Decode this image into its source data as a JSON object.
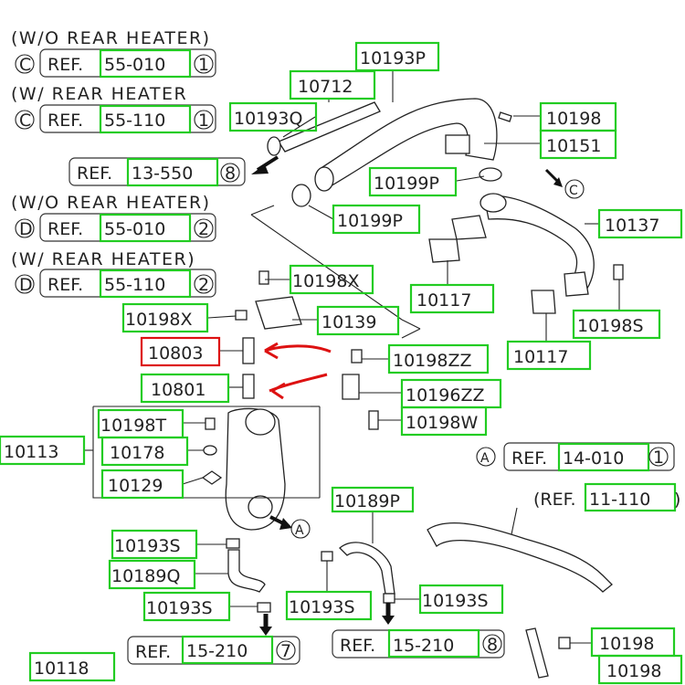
{
  "headers": [
    {
      "text": "(W/O REAR HEATER)"
    },
    {
      "text": "(W/ REAR HEATER"
    },
    {
      "text": "(W/O REAR HEATER)"
    },
    {
      "text": "(W/ REAR HEATER)"
    }
  ],
  "refs": [
    {
      "circle": "C",
      "prefix": "REF.",
      "code": "55-010",
      "num": "1"
    },
    {
      "circle": "C",
      "prefix": "REF.",
      "code": "55-110",
      "num": "1"
    },
    {
      "circle": "",
      "prefix": "REF.",
      "code": "13-550",
      "num": "8"
    },
    {
      "circle": "D",
      "prefix": "REF.",
      "code": "55-010",
      "num": "2"
    },
    {
      "circle": "D",
      "prefix": "REF.",
      "code": "55-110",
      "num": "2"
    },
    {
      "circle": "A",
      "prefix": "REF.",
      "code": "14-010",
      "num": "1"
    },
    {
      "circle": "",
      "prefix": "(REF.",
      "code": "11-110",
      "num": ")"
    },
    {
      "circle": "",
      "prefix": "REF.",
      "code": "15-210",
      "num": "7"
    },
    {
      "circle": "",
      "prefix": "REF.",
      "code": "15-210",
      "num": "8"
    }
  ],
  "parts": [
    "10193P",
    "10712",
    "10193Q",
    "10198",
    "10151",
    "10199P",
    "10199P",
    "10137",
    "10198X",
    "10117",
    "10198X",
    "10139",
    "10198S",
    "10803",
    "10198ZZ",
    "10117",
    "10801",
    "10196ZZ",
    "10198T",
    "10198W",
    "10113",
    "10178",
    "10129",
    "10189P",
    "10193S",
    "10189Q",
    "10193S",
    "10193S",
    "10193S",
    "10118",
    "10198",
    "10198"
  ],
  "markers": {
    "c": "C",
    "a": "A",
    "a2": "A"
  },
  "colors": {
    "highlight": "#22cc22",
    "alert": "#dd1111"
  }
}
